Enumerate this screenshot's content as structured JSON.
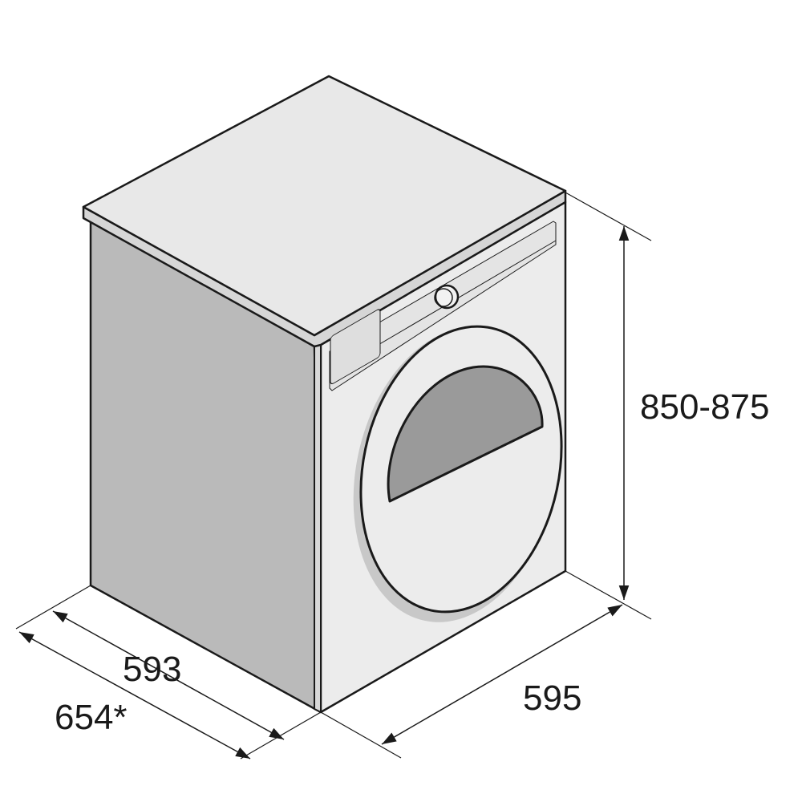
{
  "dimensions": {
    "height": "850-875",
    "width": "595",
    "depth": "593",
    "depth_total": "654*"
  },
  "colors": {
    "line": "#1a1a1a",
    "top": "#e6e6e6",
    "side": "#bababa",
    "front": "#ececec",
    "window": "#9a9a9a",
    "panel": "#dcdcdc"
  }
}
